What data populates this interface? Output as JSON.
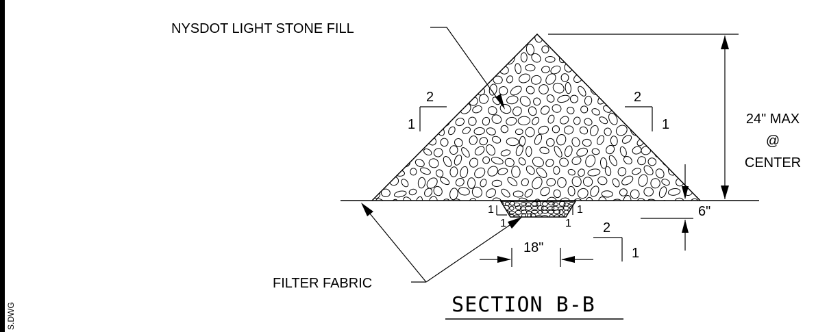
{
  "labels": {
    "stone_fill": "NYSDOT LIGHT STONE FILL",
    "filter_fabric": "FILTER FABRIC",
    "height_line1": "24\" MAX",
    "height_line2": "@",
    "height_line3": "CENTER",
    "depth": "6\"",
    "width": "18\"",
    "title": "SECTION B-B",
    "file_ref": "S.DWG"
  },
  "slopes": {
    "left": {
      "run": "2",
      "rise": "1"
    },
    "right": {
      "run": "2",
      "rise": "1"
    },
    "trench": {
      "run": "2",
      "rise": "1"
    },
    "trench_sides": [
      "1",
      "1",
      "1",
      "1"
    ]
  }
}
